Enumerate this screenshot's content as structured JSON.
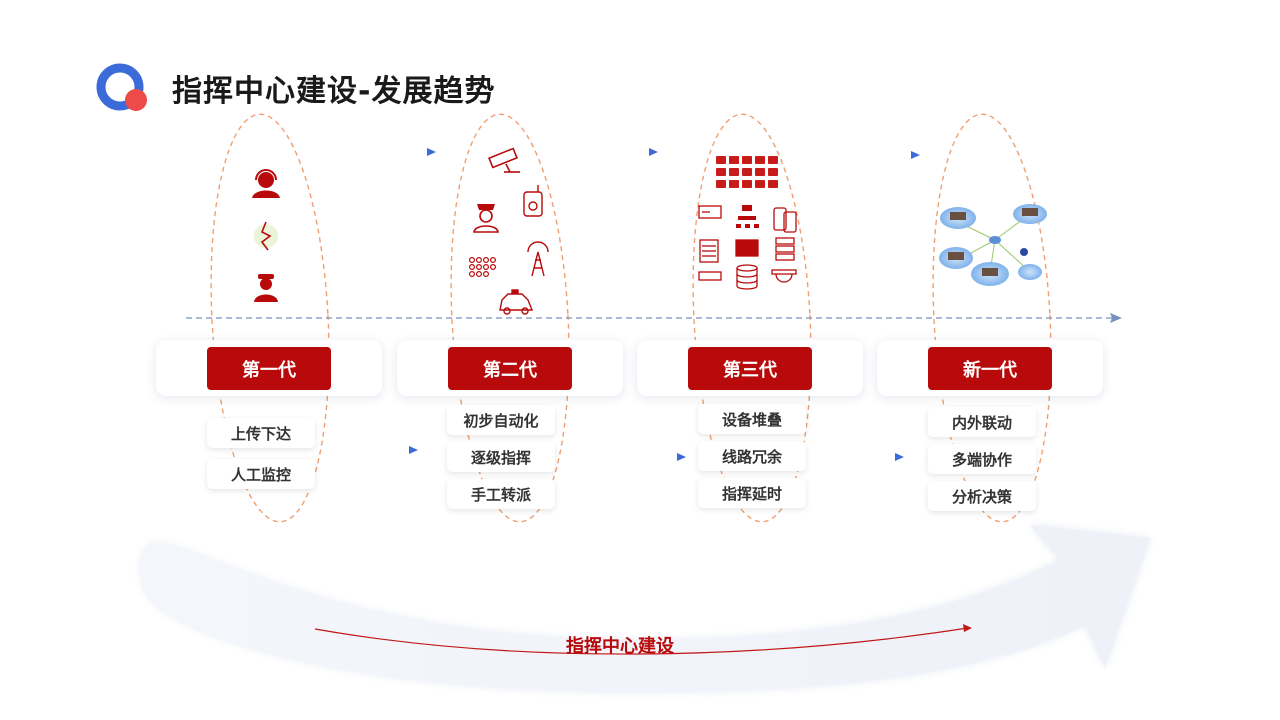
{
  "page": {
    "title": "指挥中心建设-发展趋势"
  },
  "colors": {
    "brand_red": "#b80a0a",
    "accent_blue": "#3a6bd8",
    "orange_dash": "#f0a070",
    "timeline": "#7890c0"
  },
  "generations": [
    {
      "label": "第一代",
      "features": [
        "上传下达",
        "人工监控"
      ],
      "icons": [
        "operator-headset-icon",
        "signal-icon",
        "guard-icon"
      ]
    },
    {
      "label": "第二代",
      "features": [
        "初步自动化",
        "逐级指挥",
        "手工转派"
      ],
      "icons": [
        "cctv-camera-icon",
        "police-officer-icon",
        "radio-icon",
        "keypad-icon",
        "signal-tower-icon",
        "police-car-icon"
      ]
    },
    {
      "label": "第三代",
      "features": [
        "设备堆叠",
        "线路冗余",
        "指挥延时"
      ],
      "icons": [
        "video-wall-icon",
        "server-icon",
        "network-icon",
        "mobile-icon",
        "rack-icon",
        "database-icon",
        "dome-camera-icon"
      ]
    },
    {
      "label": "新一代",
      "features": [
        "内外联动",
        "多端协作",
        "分析决策"
      ],
      "icons": [
        "cloud-network-icon"
      ]
    }
  ],
  "bottom_label": "指挥中心建设"
}
